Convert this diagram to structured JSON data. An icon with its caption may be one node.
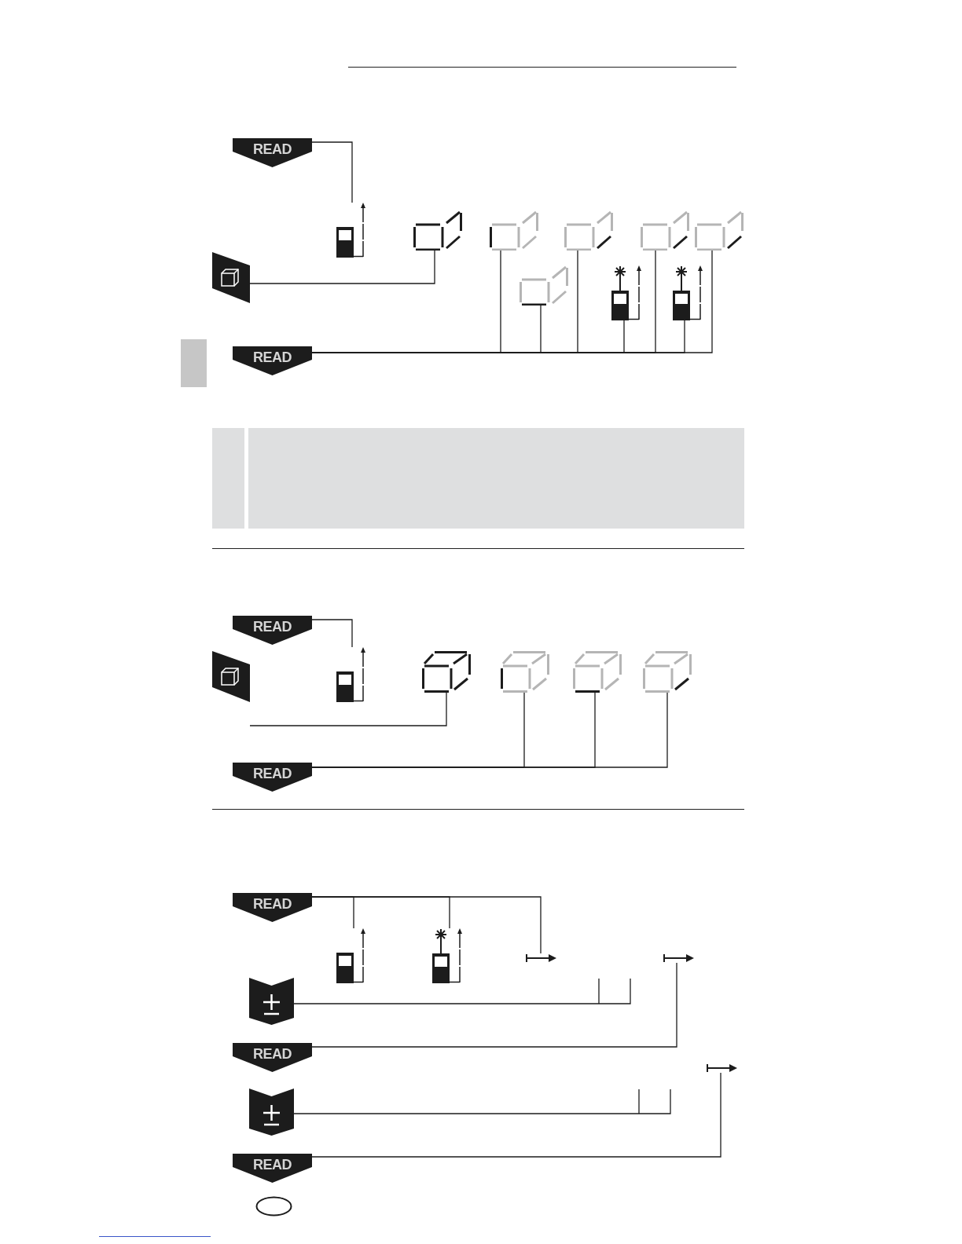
{
  "diagram": {
    "nodes": [
      {
        "text": [
          "READ"
        ]
      },
      {
        "text": [],
        "shape": "key"
      },
      {
        "text": [],
        "shape": "device"
      },
      {
        "text": [],
        "shape": "wall"
      },
      {
        "text": [],
        "shape": "wall"
      },
      {
        "text": [],
        "shape": "wall"
      },
      {
        "text": [],
        "shape": "wall"
      },
      {
        "text": [],
        "shape": "wall"
      },
      {
        "text": [],
        "shape": "wall"
      },
      {
        "text": [],
        "shape": "device"
      },
      {
        "text": [],
        "shape": "device"
      },
      {
        "text": [
          "READ"
        ]
      },
      {
        "text": [
          "READ"
        ]
      },
      {
        "text": [],
        "shape": "key"
      },
      {
        "text": [],
        "shape": "device"
      },
      {
        "text": [],
        "shape": "cube"
      },
      {
        "text": [],
        "shape": "cube"
      },
      {
        "text": [],
        "shape": "cube"
      },
      {
        "text": [],
        "shape": "cube"
      },
      {
        "text": [
          "READ"
        ]
      },
      {
        "text": [
          "READ"
        ]
      },
      {
        "text": [],
        "shape": "device"
      },
      {
        "text": [],
        "shape": "device"
      },
      {
        "text": [],
        "shape": "arrow"
      },
      {
        "text": [],
        "shape": "arrow"
      },
      {
        "text": [],
        "shape": "key"
      },
      {
        "text": [
          "READ"
        ]
      },
      {
        "text": [],
        "shape": "arrow"
      },
      {
        "text": [],
        "shape": "key"
      },
      {
        "text": [
          "READ"
        ]
      },
      {
        "text": [],
        "shape": "oval"
      }
    ],
    "edges": [
      {
        "from": 0,
        "to": 2,
        "arrow": "none"
      },
      {
        "from": 1,
        "to": 3,
        "arrow": "none"
      },
      {
        "from": 11,
        "to": 4,
        "arrow": "none"
      },
      {
        "from": 11,
        "to": 8,
        "arrow": "none"
      },
      {
        "from": 11,
        "to": 5,
        "arrow": "none"
      },
      {
        "from": 11,
        "to": 9,
        "arrow": "none"
      },
      {
        "from": 11,
        "to": 6,
        "arrow": "none"
      },
      {
        "from": 11,
        "to": 10,
        "arrow": "none"
      },
      {
        "from": 11,
        "to": 7,
        "arrow": "none"
      },
      {
        "from": 12,
        "to": 14,
        "arrow": "none"
      },
      {
        "from": 13,
        "to": 15,
        "arrow": "none"
      },
      {
        "from": 19,
        "to": 16,
        "arrow": "none"
      },
      {
        "from": 19,
        "to": 17,
        "arrow": "none"
      },
      {
        "from": 19,
        "to": 18,
        "arrow": "none"
      },
      {
        "from": 20,
        "to": 21,
        "arrow": "none"
      },
      {
        "from": 20,
        "to": 22,
        "arrow": "none"
      },
      {
        "from": 20,
        "to": 23,
        "arrow": "none"
      },
      {
        "from": 25,
        "to": null,
        "arrow": "none"
      },
      {
        "from": 26,
        "to": 24,
        "arrow": "none"
      },
      {
        "from": 28,
        "to": null,
        "arrow": "none"
      },
      {
        "from": 29,
        "to": 27,
        "arrow": "none"
      }
    ]
  }
}
